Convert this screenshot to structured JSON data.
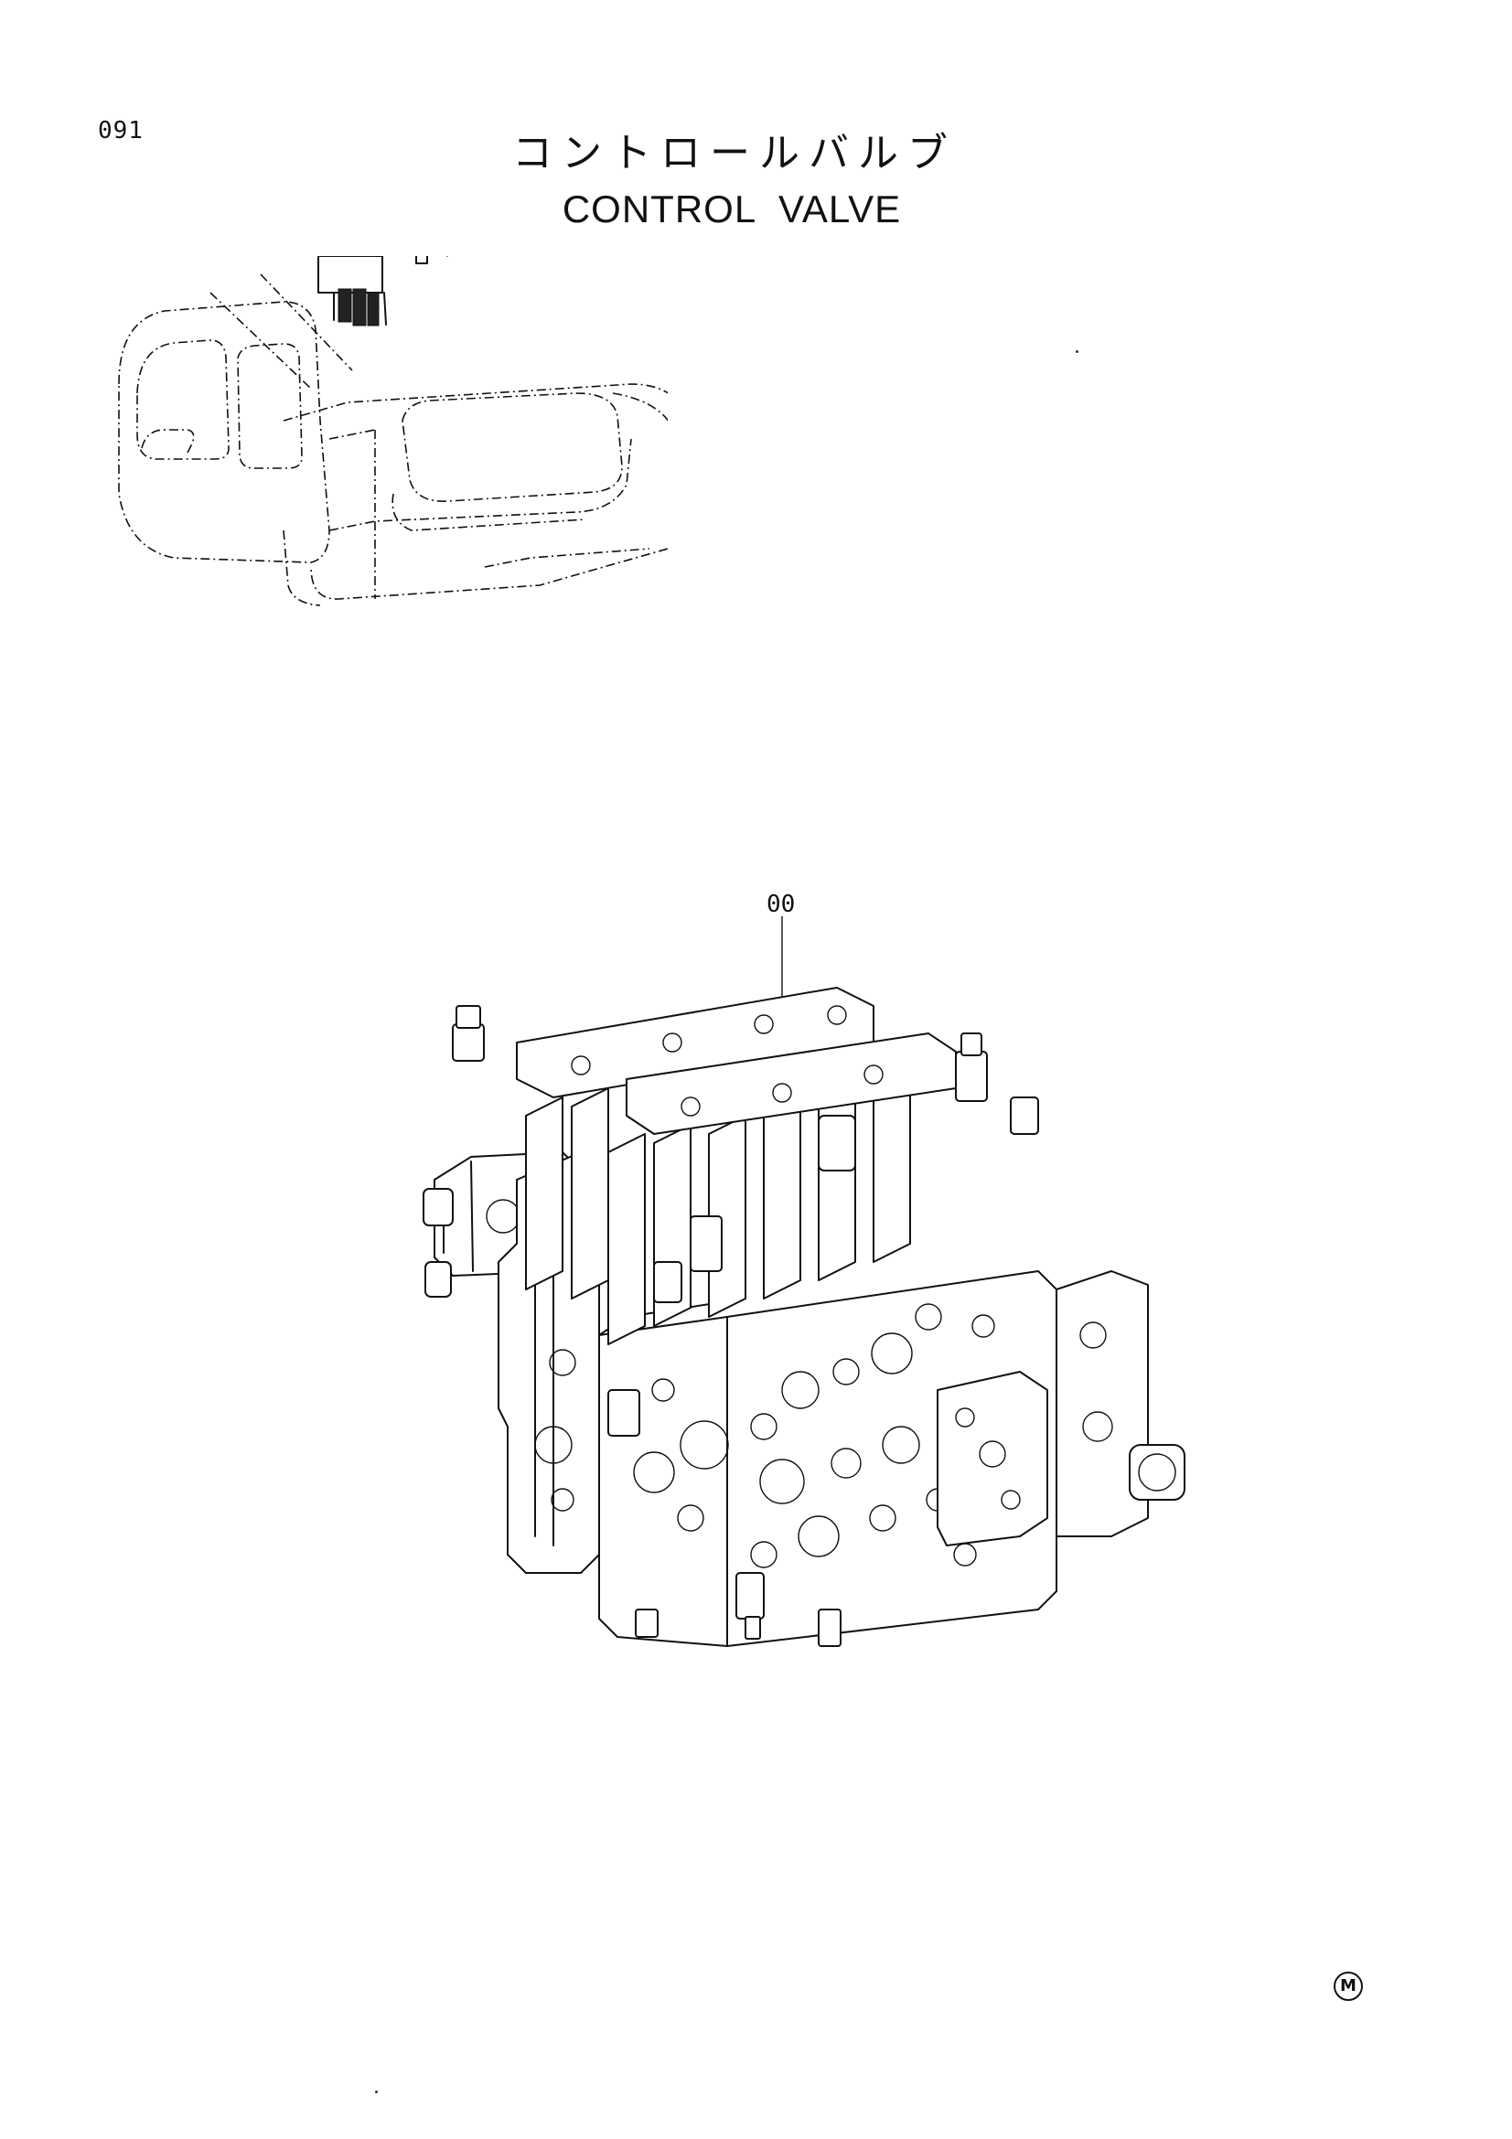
{
  "page": {
    "page_number": "091",
    "title_jp": "コントロールバルブ",
    "title_en": "CONTROL  VALVE",
    "callout": "00",
    "corner_mark": "M"
  }
}
